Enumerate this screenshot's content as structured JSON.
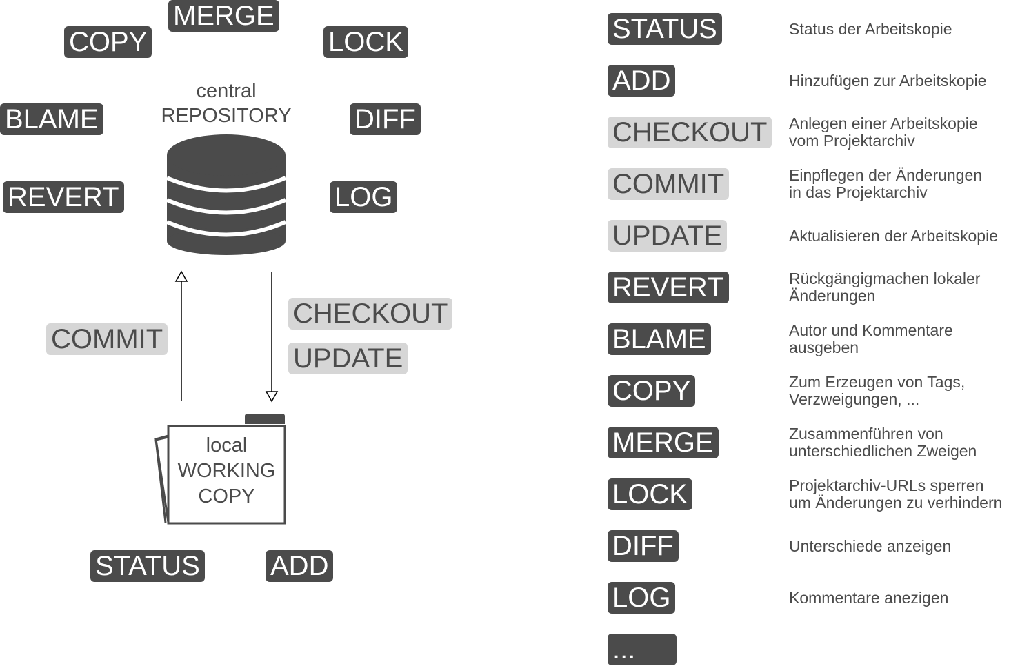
{
  "diagram": {
    "repository": {
      "line1": "central",
      "line2": "REPOSITORY"
    },
    "working_copy": {
      "line1": "local",
      "line2": "WORKING",
      "line3": "COPY"
    },
    "tags": {
      "merge": "MERGE",
      "copy": "COPY",
      "lock": "LOCK",
      "blame": "BLAME",
      "diff": "DIFF",
      "revert": "REVERT",
      "log": "LOG",
      "commit": "COMMIT",
      "checkout": "CHECKOUT",
      "update": "UPDATE",
      "status": "STATUS",
      "add": "ADD"
    }
  },
  "legend": [
    {
      "command": "STATUS",
      "style": "dark",
      "lines": [
        "Status der Arbeitskopie"
      ]
    },
    {
      "command": "ADD",
      "style": "dark",
      "lines": [
        "Hinzufügen zur Arbeitskopie"
      ]
    },
    {
      "command": "CHECKOUT",
      "style": "light",
      "lines": [
        "Anlegen einer Arbeitskopie",
        "vom Projektarchiv"
      ]
    },
    {
      "command": "COMMIT",
      "style": "light",
      "lines": [
        "Einpflegen der Änderungen",
        "in das Projektarchiv"
      ]
    },
    {
      "command": "UPDATE",
      "style": "light",
      "lines": [
        "Aktualisieren der Arbeitskopie"
      ]
    },
    {
      "command": "REVERT",
      "style": "dark",
      "lines": [
        "Rückgängigmachen lokaler",
        "Änderungen"
      ]
    },
    {
      "command": "BLAME",
      "style": "dark",
      "lines": [
        "Autor und Kommentare",
        "ausgeben"
      ]
    },
    {
      "command": "COPY",
      "style": "dark",
      "lines": [
        "Zum Erzeugen von Tags,",
        "Verzweigungen, ..."
      ]
    },
    {
      "command": "MERGE",
      "style": "dark",
      "lines": [
        "Zusammenführen von",
        "unterschiedlichen Zweigen"
      ]
    },
    {
      "command": "LOCK",
      "style": "dark",
      "lines": [
        "Projektarchiv-URLs sperren",
        "um Änderungen zu verhindern"
      ]
    },
    {
      "command": "DIFF",
      "style": "dark",
      "lines": [
        "Unterschiede anzeigen"
      ]
    },
    {
      "command": "LOG",
      "style": "dark",
      "lines": [
        "Kommentare anezigen"
      ]
    },
    {
      "command": "...",
      "style": "dark",
      "lines": []
    }
  ],
  "colors": {
    "dark_tag": "#4b4b4b",
    "light_tag": "#d6d6d6",
    "text": "#4b4b4b",
    "line": "#000000"
  },
  "icons": {
    "repository": "database-icon",
    "working_copy": "folder-icon"
  }
}
